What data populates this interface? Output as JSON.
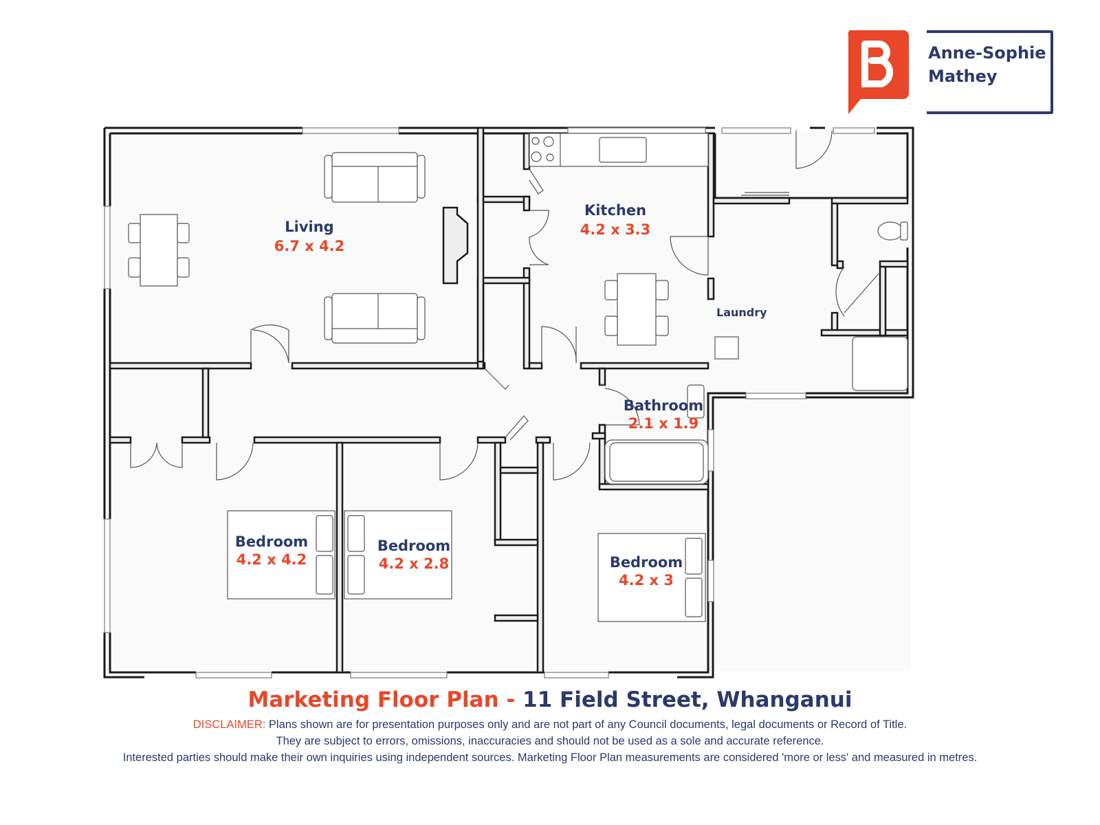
{
  "branding": {
    "agent_name_line1": "Anne-Sophie",
    "agent_name_line2": "Mathey",
    "logo_icon": "speech-bubble-b-logo",
    "brand_color": "#e8472a",
    "text_color": "#2b3a6b"
  },
  "rooms": [
    {
      "name": "Living",
      "dimensions": "6.7 x 4.2"
    },
    {
      "name": "Kitchen",
      "dimensions": "4.2 x 3.3"
    },
    {
      "name": "Laundry",
      "dimensions": ""
    },
    {
      "name": "Bathroom",
      "dimensions": "2.1 x 1.9"
    },
    {
      "name": "Bedroom",
      "dimensions": "4.2 x 4.2"
    },
    {
      "name": "Bedroom",
      "dimensions": "4.2 x 2.8"
    },
    {
      "name": "Bedroom",
      "dimensions": "4.2 x 3"
    }
  ],
  "title": {
    "part1": "Marketing Floor Plan - ",
    "part2": "11 Field Street, Whanganui"
  },
  "disclaimer": {
    "lead": "DISCLAIMER:",
    "line1": " Plans shown are for presentation purposes only and are not part of any Council documents, legal documents or Record of Title.",
    "line2": "They are subject to errors, omissions, inaccuracies and should not be used as a sole and accurate reference.",
    "line3": "Interested parties should make their own inquiries using independent sources. Marketing Floor Plan measurements are considered 'more or less' and measured in metres."
  },
  "colors": {
    "wall": "#1a1a1a",
    "wall_fill": "#eeeeee",
    "floor": "#fafafa",
    "fixture_line": "#666666"
  }
}
